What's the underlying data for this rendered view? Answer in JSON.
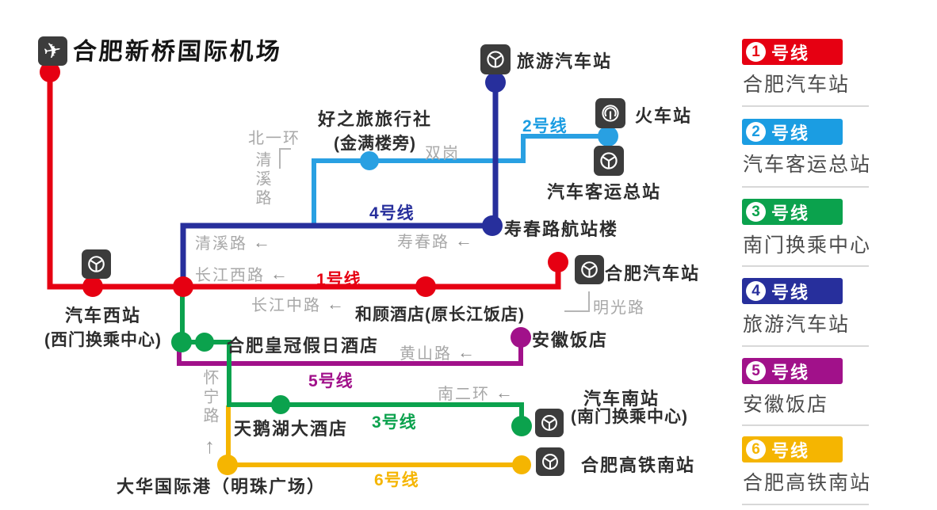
{
  "title": "合肥新桥国际机场",
  "lines": [
    {
      "num": "1",
      "label": "1号线",
      "badge_suffix": "号线",
      "color": "#e60012",
      "terminus": "合肥汽车站"
    },
    {
      "num": "2",
      "label": "2号线",
      "badge_suffix": "号线",
      "color": "#1b9de2",
      "terminus": "汽车客运总站"
    },
    {
      "num": "3",
      "label": "3号线",
      "badge_suffix": "号线",
      "color": "#0ba24d",
      "terminus": "南门换乘中心"
    },
    {
      "num": "4",
      "label": "4号线",
      "badge_suffix": "号线",
      "color": "#272f9c",
      "terminus": "旅游汽车站"
    },
    {
      "num": "5",
      "label": "5号线",
      "badge_suffix": "号线",
      "color": "#a1118a",
      "terminus": "安徽饭店"
    },
    {
      "num": "6",
      "label": "6号线",
      "badge_suffix": "号线",
      "color": "#f5b501",
      "terminus": "合肥高铁南站"
    }
  ],
  "stations": {
    "tourist_bus_station": "旅游汽车站",
    "travel_agency_line1": "好之旅旅行社",
    "travel_agency_line2": "(金满楼旁)",
    "train_station": "火车站",
    "main_bus_terminal": "汽车客运总站",
    "shouchun_rd_terminal": "寿春路航站楼",
    "hefei_bus_station": "合肥汽车站",
    "hegu_hotel": "和顾酒店(原长江饭店)",
    "west_bus_station_line1": "汽车西站",
    "west_bus_station_line2": "(西门换乘中心)",
    "crowne_plaza_hotel": "合肥皇冠假日酒店",
    "anhui_hotel": "安徽饭店",
    "swan_lake_hotel": "天鹅湖大酒店",
    "south_bus_station_line1": "汽车南站",
    "south_bus_station_line2": "(南门换乘中心)",
    "hefei_south_rail_station": "合肥高铁南站",
    "dahua_intl_port": "大华国际港（明珠广场）"
  },
  "roads": {
    "north_1st_ring": "北一环",
    "qingxi_rd_vertical": "清溪路",
    "shuanggang": "双岗",
    "qingxi_rd": "清溪路",
    "shouchun_rd": "寿春路",
    "changjiang_west_rd": "长江西路",
    "changjiang_mid_rd": "长江中路",
    "mingguang_rd": "明光路",
    "huangshan_rd": "黄山路",
    "south_2nd_ring": "南二环",
    "huaining_rd": "怀宁路"
  },
  "glyphs": {
    "arrow_left": "←",
    "arrow_up": "↑",
    "plane": "✈"
  },
  "colors": {
    "line1": "#e60012",
    "line2": "#1b9de2",
    "line3": "#0ba24d",
    "line4": "#272f9c",
    "line5": "#a1118a",
    "line6": "#f5b501",
    "road_label": "#a8a8a8",
    "station_text": "#2d2d2d",
    "icon_bg": "#3c3c3c"
  }
}
